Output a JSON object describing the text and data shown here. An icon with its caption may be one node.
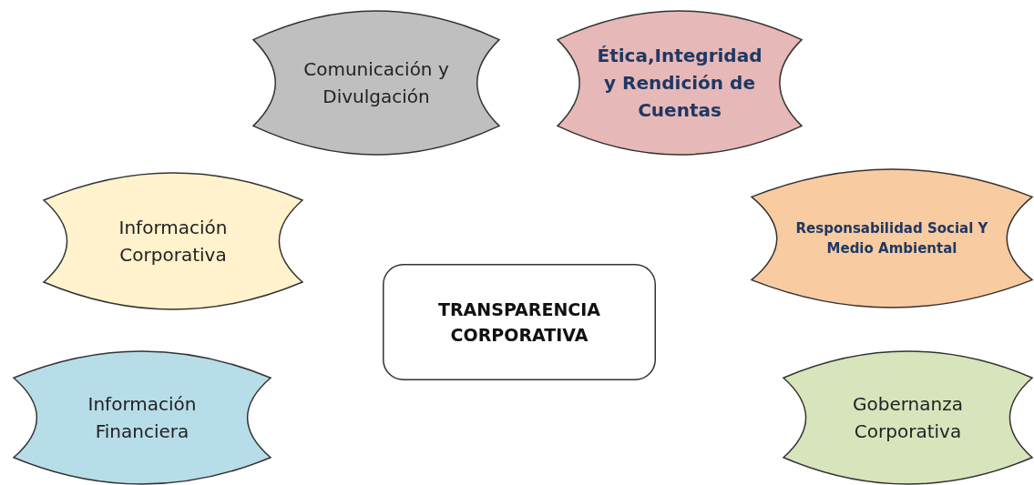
{
  "diagram": {
    "nodes": [
      {
        "text": [
          "Comunicación y Divulgación"
        ]
      },
      {
        "text": [
          "Ética,Integridad y Rendición de Cuentas"
        ]
      },
      {
        "text": [
          "Información Corporativa"
        ]
      },
      {
        "text": [
          "Responsabilidad Social Y Medio Ambiental"
        ]
      },
      {
        "text": [
          "TRANSPARENCIA CORPORATIVA"
        ]
      },
      {
        "text": [
          "Información Financiera"
        ]
      },
      {
        "text": [
          "Gobernanza Corporativa"
        ]
      }
    ]
  }
}
